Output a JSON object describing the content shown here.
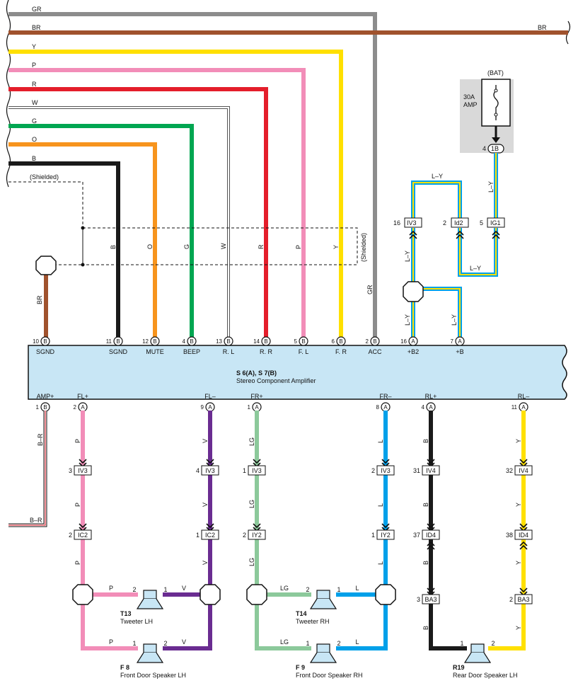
{
  "colors": {
    "GR": "#8c8c8c",
    "BR": "#a0522d",
    "Y": "#ffe000",
    "P": "#f28db8",
    "R": "#e41e2b",
    "W": "#ffffff",
    "G": "#00a651",
    "O": "#f7941d",
    "B": "#1a1a1a",
    "V": "#6a2c91",
    "LG": "#8cc99b",
    "L": "#00a0e9",
    "LY_outer": "#00a0e9",
    "LY_inner": "#ffe000",
    "BR_R": "#e41e2b",
    "amp_fill": "#c8e6f5",
    "fuse_box": "#d9d9d9"
  },
  "left_wires": [
    {
      "label": "GR"
    },
    {
      "label": "BR"
    },
    {
      "label": "Y"
    },
    {
      "label": "P"
    },
    {
      "label": "R"
    },
    {
      "label": "W"
    },
    {
      "label": "G"
    },
    {
      "label": "O"
    },
    {
      "label": "B"
    },
    {
      "label": "(Shielded)"
    }
  ],
  "br_right_label": "BR",
  "shielded_right": "(Shielded)",
  "ground_wire_label": "BR",
  "vertical_labels": [
    {
      "label": "B"
    },
    {
      "label": "O"
    },
    {
      "label": "G"
    },
    {
      "label": "W"
    },
    {
      "label": "R"
    },
    {
      "label": "P"
    },
    {
      "label": "Y"
    },
    {
      "label": "GR"
    }
  ],
  "fuse": {
    "bat": "(BAT)",
    "rating": "30A",
    "unit": "AMP",
    "pin": "4",
    "conn": "1B"
  },
  "top_connectors": [
    {
      "pin": "16",
      "code": "IV3"
    },
    {
      "pin": "2",
      "code": "Id2"
    },
    {
      "pin": "5",
      "code": "IG1"
    }
  ],
  "ly_labels": {
    "top": "L–Y",
    "right": "L–Y",
    "bottom": "L–Y",
    "left1": "L–Y",
    "left2": "L–Y",
    "right2": "L–Y"
  },
  "amp": {
    "title": "S 6(A), S 7(B)",
    "subtitle": "Stereo Component Amplifier"
  },
  "top_pins": [
    {
      "pin": "10",
      "conn": "B",
      "name": "SGND"
    },
    {
      "pin": "11",
      "conn": "B",
      "name": "SGND"
    },
    {
      "pin": "12",
      "conn": "B",
      "name": "MUTE"
    },
    {
      "pin": "4",
      "conn": "B",
      "name": "BEEP"
    },
    {
      "pin": "13",
      "conn": "B",
      "name": "R. L"
    },
    {
      "pin": "14",
      "conn": "B",
      "name": "R. R"
    },
    {
      "pin": "5",
      "conn": "B",
      "name": "F. L"
    },
    {
      "pin": "6",
      "conn": "B",
      "name": "F. R"
    },
    {
      "pin": "2",
      "conn": "B",
      "name": "ACC"
    },
    {
      "pin": "16",
      "conn": "A",
      "name": "+B2"
    },
    {
      "pin": "7",
      "conn": "A",
      "name": "+B"
    }
  ],
  "bottom_pins": [
    {
      "pin": "1",
      "conn": "B",
      "name": "AMP+"
    },
    {
      "pin": "2",
      "conn": "A",
      "name": "FL+"
    },
    {
      "pin": "9",
      "conn": "A",
      "name": "FL–"
    },
    {
      "pin": "1",
      "conn": "A",
      "name": "FR+"
    },
    {
      "pin": "8",
      "conn": "A",
      "name": "FR–"
    },
    {
      "pin": "4",
      "conn": "A",
      "name": "RL+"
    },
    {
      "pin": "11",
      "conn": "A",
      "name": "RL–"
    }
  ],
  "br_r": {
    "label1": "B–R",
    "label2": "B–R"
  },
  "wire_labels": {
    "fl_plus": "P",
    "fl_minus": "V",
    "fr_plus": "LG",
    "fr_minus": "L",
    "rl_plus": "B",
    "rl_minus": "Y"
  },
  "mid_connectors": [
    {
      "pin": "3",
      "code": "IV3"
    },
    {
      "pin": "4",
      "code": "IV3"
    },
    {
      "pin": "1",
      "code": "IV3"
    },
    {
      "pin": "2",
      "code": "IV3"
    },
    {
      "pin": "31",
      "code": "IV4"
    },
    {
      "pin": "32",
      "code": "IV4"
    }
  ],
  "low_connectors": [
    {
      "pin": "2",
      "code": "IC2"
    },
    {
      "pin": "1",
      "code": "IC2"
    },
    {
      "pin": "2",
      "code": "IY2"
    },
    {
      "pin": "1",
      "code": "IY2"
    },
    {
      "pin": "37",
      "code": "ID4"
    },
    {
      "pin": "38",
      "code": "ID4"
    }
  ],
  "ba3_connectors": [
    {
      "pin": "3",
      "code": "BA3"
    },
    {
      "pin": "2",
      "code": "BA3"
    }
  ],
  "speakers": [
    {
      "code": "T13",
      "name": "Tweeter LH",
      "pin1": "2",
      "pin2": "1",
      "wl": "P",
      "wr": "V"
    },
    {
      "code": "F 8",
      "name": "Front Door Speaker LH",
      "pin1": "1",
      "pin2": "2",
      "wl": "P",
      "wr": "V"
    },
    {
      "code": "T14",
      "name": "Tweeter RH",
      "pin1": "2",
      "pin2": "1",
      "wl": "LG",
      "wr": "L"
    },
    {
      "code": "F 9",
      "name": "Front Door Speaker RH",
      "pin1": "1",
      "pin2": "2",
      "wl": "LG",
      "wr": "L"
    },
    {
      "code": "R19",
      "name": "Rear Door Speaker LH",
      "pin1": "1",
      "pin2": "2"
    }
  ]
}
